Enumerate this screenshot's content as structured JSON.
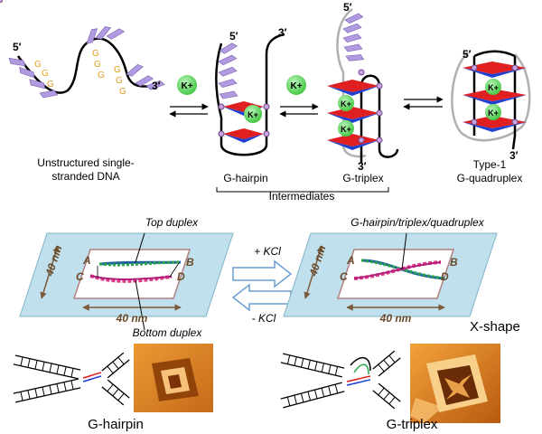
{
  "top": {
    "ssdna": {
      "five": "5′",
      "three": "3′",
      "g_letter": "G",
      "caption_1": "Unstructured single-",
      "caption_2": "stranded DNA"
    },
    "k_ion": "K+",
    "hairpin": {
      "five": "5′",
      "three": "3′",
      "caption": "G-hairpin"
    },
    "triplex": {
      "five": "5′",
      "three": "3′",
      "caption": "G-triplex"
    },
    "quadruplex": {
      "five": "5′",
      "three": "3′",
      "caption_1": "Type-1",
      "caption_2": "G-quadruplex"
    },
    "intermediates": "Intermediates"
  },
  "middle": {
    "top_duplex": "Top duplex",
    "bottom_duplex": "Bottom duplex",
    "quad_label": "G-hairpin/triplex/quadruplex",
    "dim_side": "40 nm",
    "dim_bottom": "40 nm",
    "corner_a": "A",
    "corner_b": "B",
    "corner_c": "C",
    "corner_d": "D",
    "add_kcl": "+ KCl",
    "remove_kcl": "- KCl",
    "x_shape": "X-shape"
  },
  "bottom": {
    "left_caption": "G-hairpin",
    "right_caption": "G-triplex"
  },
  "colors": {
    "frame": "#bfe0ec",
    "backbone": "#000000",
    "purple": "#b09ae0",
    "g_orange": "#e0a020",
    "k_green": "#5fdc5f",
    "red_tetrad": "#e02020",
    "blue_tetrad": "#2040d0",
    "afm_orange": "#d97a1a",
    "arrow_blue": "#6a9fd4"
  }
}
